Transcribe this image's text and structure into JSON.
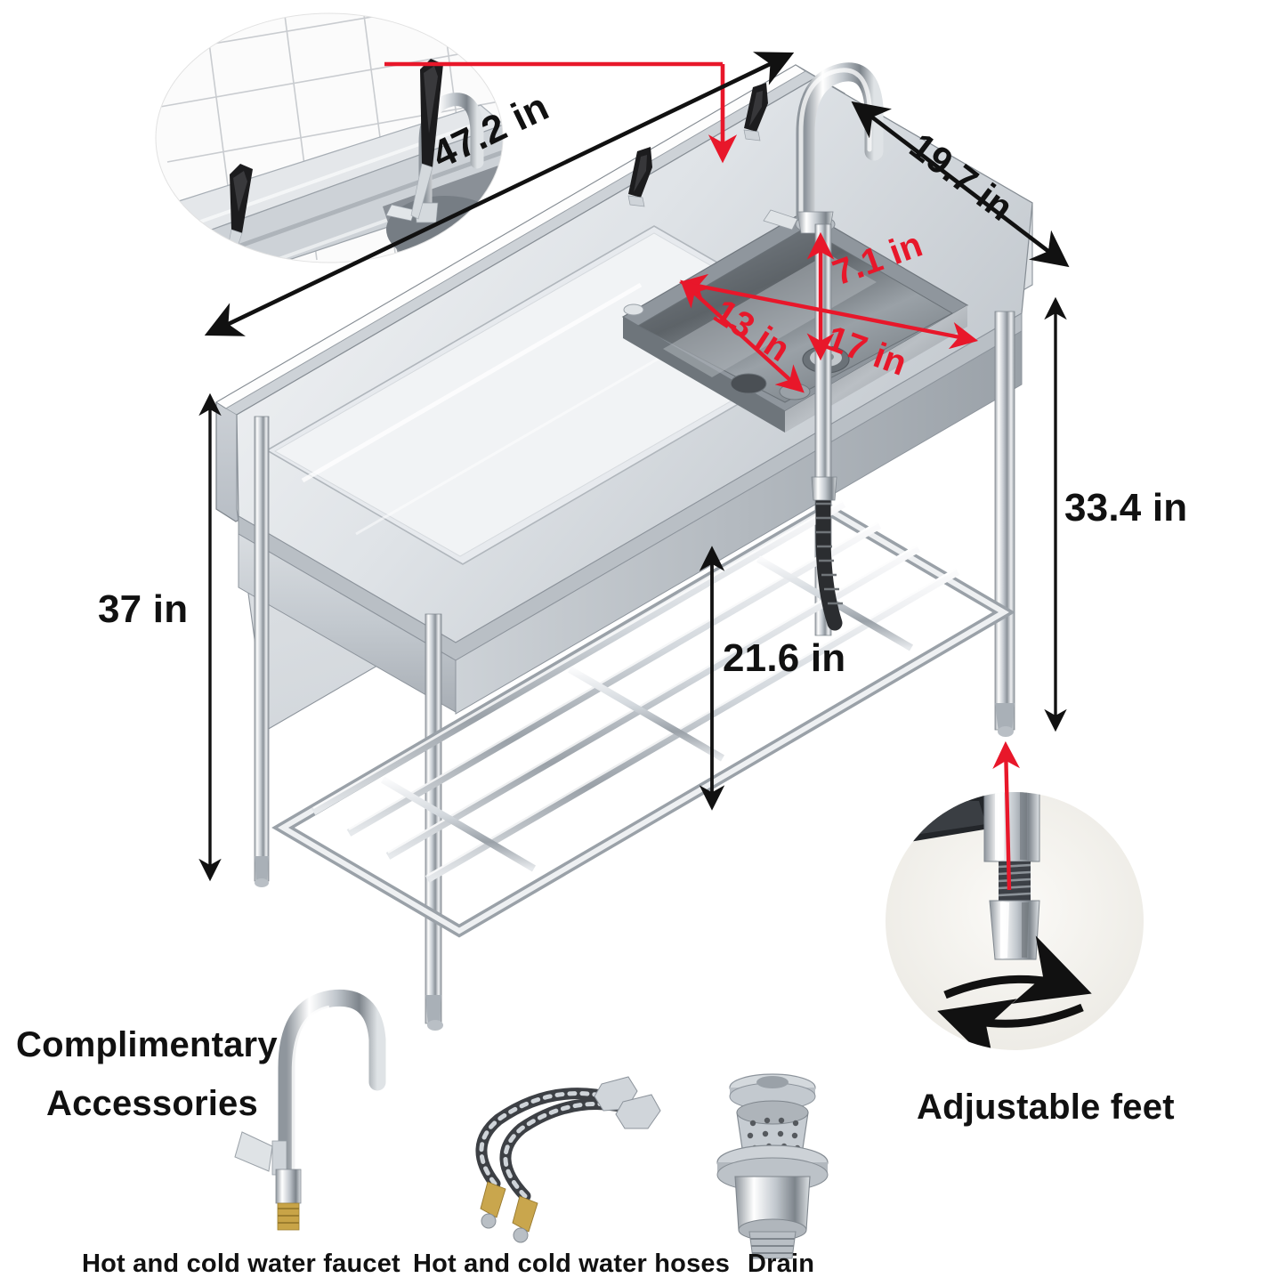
{
  "product": {
    "name": "stainless-steel-commercial-sink-with-drainboard",
    "view": "3d-isometric-product-diagram"
  },
  "dimensions": {
    "length": "47.2 in",
    "depth": "19.7 in",
    "overall_height": "37 in",
    "counter_height": "33.4 in",
    "undershelf_clearance": "21.6 in",
    "basin_length": "17 in",
    "basin_width": "13 in",
    "basin_depth": "7.1 in"
  },
  "callouts": {
    "knife_slot": {
      "label": "",
      "description": "backsplash-knife-holder-detail-inset"
    },
    "adjustable_feet": {
      "label": "Adjustable feet"
    }
  },
  "accessories": {
    "heading_line1": "Complimentary",
    "heading_line2": "Accessories",
    "items": [
      {
        "label": "Hot and cold water faucet",
        "icon": "faucet-icon"
      },
      {
        "label": "Hot and cold water hoses",
        "icon": "hose-icon"
      },
      {
        "label": "Drain",
        "icon": "drain-icon"
      }
    ]
  },
  "colors": {
    "dimension_black": "#111111",
    "dimension_red": "#e8172a",
    "steel_light": "#f2f3f4",
    "steel_mid": "#c9cdd2",
    "steel_dark": "#8d949c",
    "basin_dark": "#5c6166",
    "inset_bg": "#f4f3ef",
    "background": "#ffffff"
  }
}
